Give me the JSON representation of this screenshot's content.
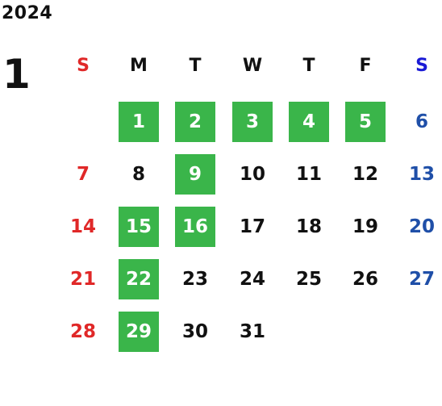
{
  "calendar": {
    "year": "2024",
    "month": "1",
    "weekdays": [
      "S",
      "M",
      "T",
      "W",
      "T",
      "F",
      "S"
    ],
    "weeks": [
      [
        "",
        "1",
        "2",
        "3",
        "4",
        "5",
        "6"
      ],
      [
        "7",
        "8",
        "9",
        "10",
        "11",
        "12",
        "13"
      ],
      [
        "14",
        "15",
        "16",
        "17",
        "18",
        "19",
        "20"
      ],
      [
        "21",
        "22",
        "23",
        "24",
        "25",
        "26",
        "27"
      ],
      [
        "28",
        "29",
        "30",
        "31",
        "",
        "",
        ""
      ]
    ],
    "highlighted_days": [
      "1",
      "2",
      "3",
      "4",
      "5",
      "9",
      "15",
      "16",
      "22",
      "29"
    ]
  },
  "colors": {
    "highlight": "#3ab54a",
    "sunday": "#e02828",
    "saturday": "#1f4fa8",
    "saturday_header": "#1a1ad6",
    "text": "#111111"
  }
}
